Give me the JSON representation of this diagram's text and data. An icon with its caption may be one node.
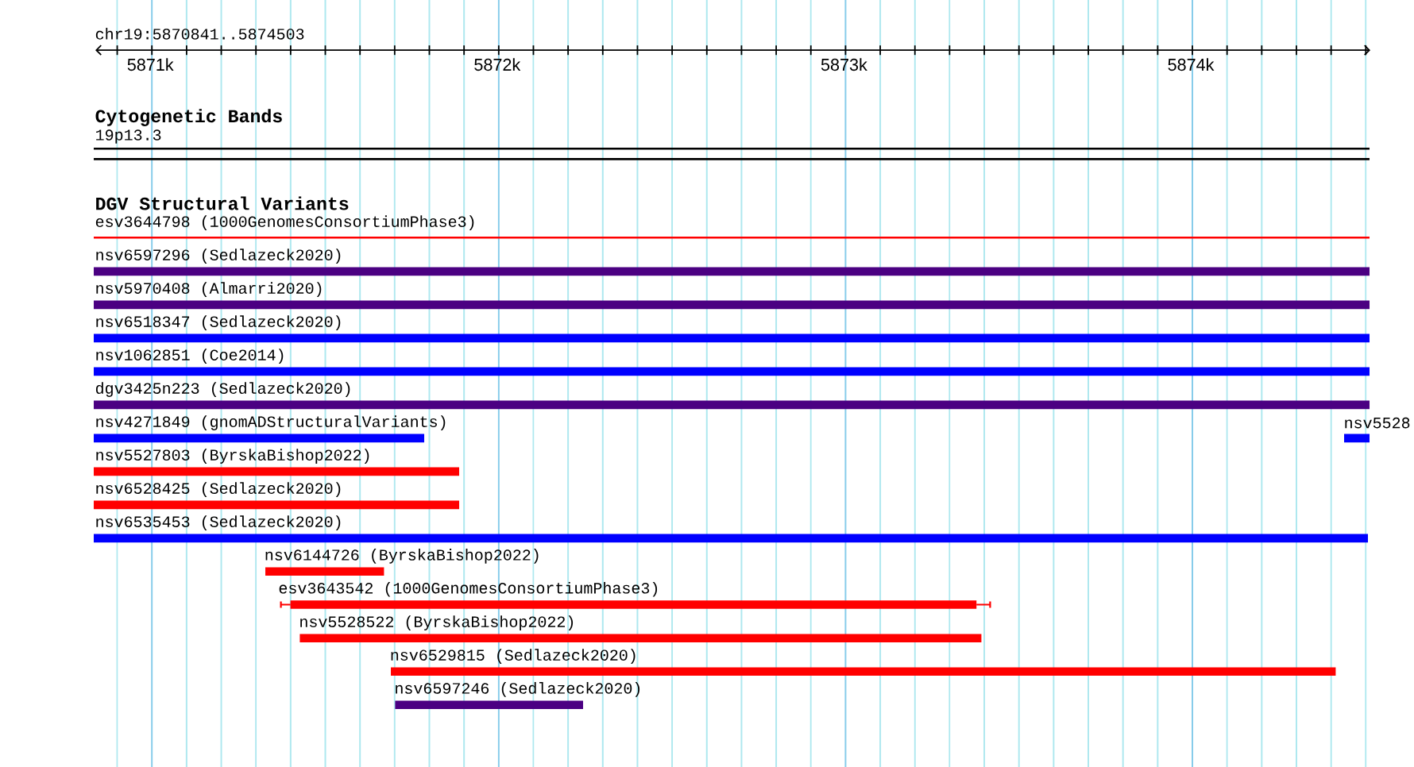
{
  "diagram": {
    "nodes": [
      {
        "text": [
          "19p13.3"
        ]
      },
      {
        "text": [
          "esv3644798 (1000GenomesConsortiumPhase3)"
        ]
      },
      {
        "text": [
          "nsv6597296 (Sedlazeck2020)"
        ]
      },
      {
        "text": [
          "nsv5970408 (Almarri2020)"
        ]
      },
      {
        "text": [
          "nsv6518347 (Sedlazeck2020)"
        ]
      },
      {
        "text": [
          "nsv1062851 (Coe2014)"
        ]
      },
      {
        "text": [
          "dgv3425n223 (Sedlazeck2020)"
        ]
      },
      {
        "text": [
          "nsv4271849 (gnomADStructuralVariants)"
        ]
      },
      {
        "text": [
          "nsv5528"
        ]
      },
      {
        "text": [
          "nsv5527803 (ByrskaBishop2022)"
        ]
      },
      {
        "text": [
          "nsv6528425 (Sedlazeck2020)"
        ]
      },
      {
        "text": [
          "nsv6535453 (Sedlazeck2020)"
        ]
      },
      {
        "text": [
          "nsv6144726 (ByrskaBishop2022)"
        ]
      },
      {
        "text": [
          "esv3643542 (1000GenomesConsortiumPhase3)"
        ]
      },
      {
        "text": [
          "nsv5528522 (ByrskaBishop2022)"
        ]
      },
      {
        "text": [
          "nsv6529815 (Sedlazeck2020)"
        ]
      },
      {
        "text": [
          "nsv6597246 (Sedlazeck2020)"
        ]
      }
    ],
    "labels": [
      "chr19:5870841..5874503",
      "5871k",
      "5872k",
      "5873k",
      "5874k",
      "Cytogenetic Bands",
      "DGV Structural Variants"
    ]
  }
}
